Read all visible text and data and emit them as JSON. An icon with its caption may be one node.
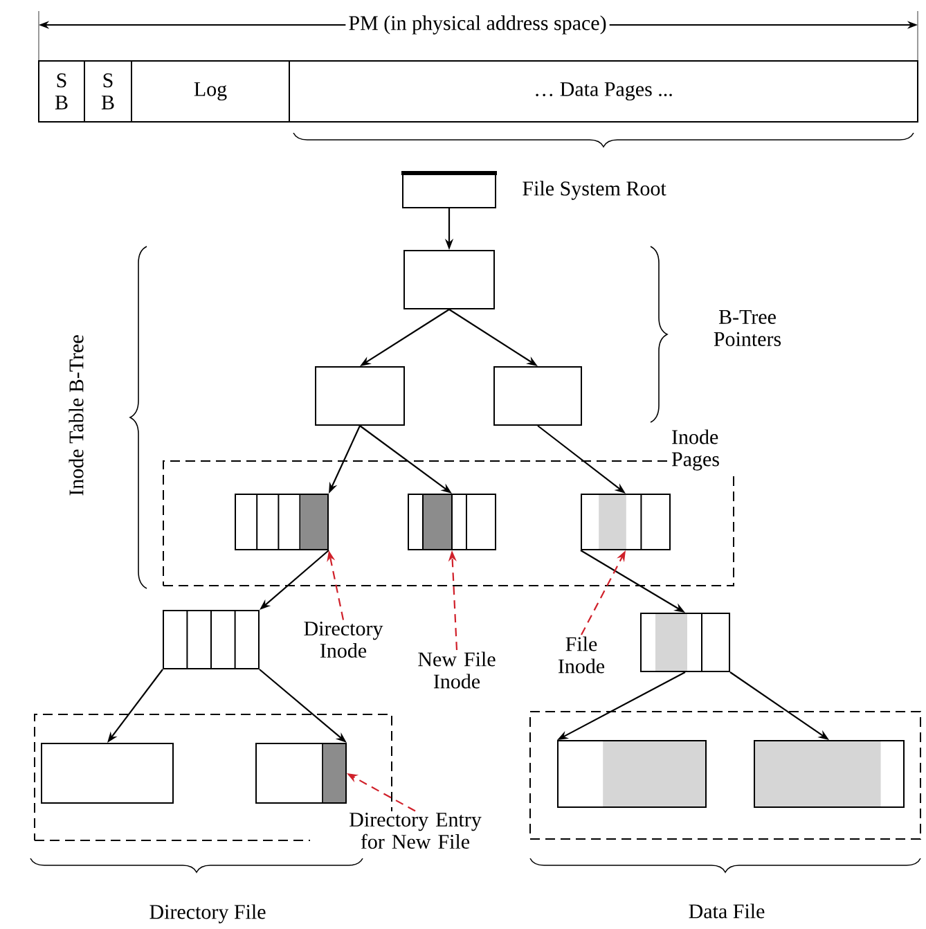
{
  "diagram": {
    "nodes": [
      {
        "text": [
          "S B"
        ]
      },
      {
        "text": [
          "S B"
        ]
      },
      {
        "text": [
          "Log"
        ]
      },
      {
        "text": [
          "… Data Pages ..."
        ]
      },
      {
        "text": [],
        "shape": "box",
        "beside": [
          "File System Root"
        ]
      },
      {
        "text": [],
        "shape": "box"
      },
      {
        "text": [],
        "shape": "box"
      },
      {
        "text": [],
        "shape": "box"
      },
      {
        "text": [
          "Inode Pages"
        ]
      },
      {
        "text": [],
        "shape": "box",
        "in": 8
      },
      {
        "text": [],
        "shape": "box",
        "in": 8
      },
      {
        "text": [],
        "shape": "box",
        "in": 8
      },
      {
        "text": [
          "Directory Inode"
        ]
      },
      {
        "text": [
          "New File Inode"
        ]
      },
      {
        "text": [
          "File Inode"
        ]
      },
      {
        "text": [],
        "shape": "box"
      },
      {
        "text": [],
        "shape": "box"
      },
      {
        "text": [],
        "shape": "box"
      },
      {
        "text": [],
        "shape": "box",
        "in": 17
      },
      {
        "text": [],
        "shape": "box",
        "in": 17
      },
      {
        "text": [
          "Directory Entry for New File"
        ]
      },
      {
        "text": [],
        "shape": "box"
      },
      {
        "text": [],
        "shape": "box",
        "in": 21
      },
      {
        "text": [],
        "shape": "box",
        "in": 21
      }
    ],
    "edges": [
      {
        "from": 4,
        "to": 5,
        "arrow": "to"
      },
      {
        "from": 5,
        "to": 6,
        "arrow": "to"
      },
      {
        "from": 5,
        "to": 7,
        "arrow": "to"
      },
      {
        "from": 6,
        "to": 9,
        "arrow": "to"
      },
      {
        "from": 6,
        "to": 10,
        "arrow": "to"
      },
      {
        "from": 7,
        "to": 11,
        "arrow": "to"
      },
      {
        "from": 9,
        "to": 15,
        "arrow": "to"
      },
      {
        "from": 11,
        "to": 16,
        "arrow": "to"
      },
      {
        "from": 15,
        "to": 18,
        "arrow": "to"
      },
      {
        "from": 15,
        "to": 19,
        "arrow": "to"
      },
      {
        "from": 16,
        "to": 22,
        "arrow": "to"
      },
      {
        "from": 16,
        "to": 23,
        "arrow": "to"
      },
      {
        "from": 12,
        "to": 9,
        "arrow": "to",
        "style": "dashed",
        "color": "#d0202a"
      },
      {
        "from": 13,
        "to": 10,
        "arrow": "to",
        "style": "dashed",
        "color": "#d0202a"
      },
      {
        "from": 14,
        "to": 11,
        "arrow": "to",
        "style": "dashed",
        "color": "#d0202a"
      },
      {
        "from": 20,
        "to": 19,
        "arrow": "to",
        "style": "dashed",
        "color": "#d0202a"
      }
    ],
    "labels": [
      "PM (in physical address space)",
      "Inode Table B-Tree",
      "B-Tree Pointers",
      "Directory File",
      "Data File"
    ]
  }
}
